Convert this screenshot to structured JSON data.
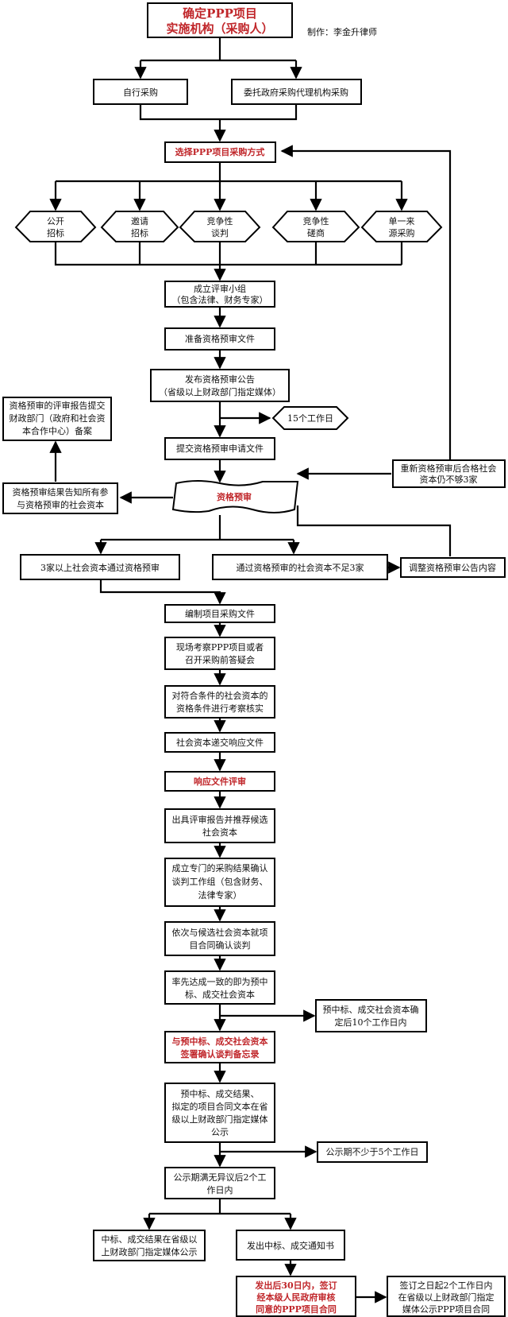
{
  "credit": "制作：李金升律师",
  "title": [
    "确定PPP项目",
    "实施机构（采购人）"
  ],
  "self_procurement": "自行采购",
  "agency_procurement": "委托政府采购代理机构采购",
  "select_method": "选择PPP项目采购方式",
  "methods": [
    [
      "公开",
      "招标"
    ],
    [
      "邀请",
      "招标"
    ],
    [
      "竞争性",
      "谈判"
    ],
    [
      "竞争性",
      "磋商"
    ],
    [
      "单一来",
      "源采购"
    ]
  ],
  "review_panel": [
    "成立评审小组",
    "（包含法律、财务专家）"
  ],
  "prep_docs": "准备资格预审文件",
  "publish_notice": [
    "发布资格预审公告",
    "（省级以上财政部门指定媒体）"
  ],
  "working_days_15": "15个工作日",
  "submit_application": "提交资格预审申请文件",
  "report_filing": [
    "资格预审的评审报告提交",
    "财政部门（政府和社会资",
    "本合作中心）备案"
  ],
  "notify_result": [
    "资格预审结果告知所有参",
    "与资格预审的社会资本"
  ],
  "prequalification": "资格预审",
  "re_prequal": [
    "重新资格预审后合格社会",
    "资本仍不够3家"
  ],
  "three_plus": "3家以上社会资本通过资格预审",
  "less_than_three": "通过资格预审的社会资本不足3家",
  "adjust_notice": "调整资格预审公告内容",
  "compile_docs": "编制项目采购文件",
  "site_visit": [
    "现场考察PPP项目或者",
    "召开采购前答疑会"
  ],
  "verify": [
    "对符合条件的社会资本的",
    "资格条件进行考察核实"
  ],
  "submit_response": "社会资本递交响应文件",
  "evaluate_response": "响应文件评审",
  "recommend": [
    "出具评审报告并推荐候选",
    "社会资本"
  ],
  "confirm_group": [
    "成立专门的采购结果确认",
    "谈判工作组（包含财务、",
    "法律专家）"
  ],
  "negotiate": [
    "依次与候选社会资本就项",
    "目合同确认谈判"
  ],
  "first_agree": [
    "率先达成一致的即为预中",
    "标、成交社会资本"
  ],
  "within_10": [
    "预中标、成交社会资本确",
    "定后10个工作日内"
  ],
  "sign_memo": [
    "与预中标、成交社会资本",
    "签署确认谈判备忘录"
  ],
  "publicize": [
    "预中标、成交结果、",
    "拟定的项目合同文本在省",
    "级以上财政部门指定媒体",
    "公示"
  ],
  "publicity_period": "公示期不少于5个工作日",
  "after_publicity": [
    "公示期满无异议后2个工",
    "作日内"
  ],
  "publish_result": [
    "中标、成交结果在省级以",
    "上财政部门指定媒体公示"
  ],
  "issue_notice": "发出中标、成交通知书",
  "sign_contract": [
    "发出后30日内，签订",
    "经本级人民政府审核",
    "同意的PPP项目合同"
  ],
  "final_publish": [
    "签订之日起2个工作日内",
    "在省级以上财政部门指定",
    "媒体公示PPP项目合同"
  ]
}
